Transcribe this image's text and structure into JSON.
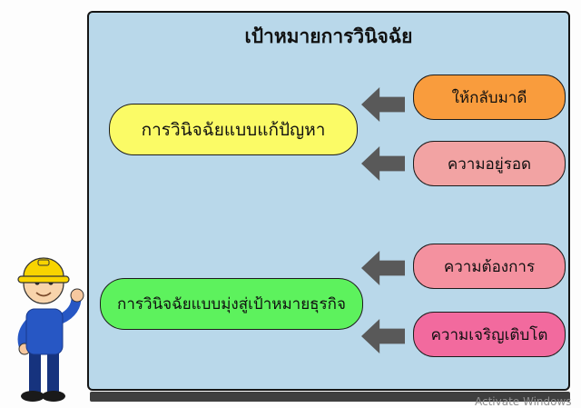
{
  "title": "เป้าหมายการวินิจฉัย",
  "main_boxes": [
    {
      "label": "การวินิจฉัยแบบแก้ปัญหา",
      "color": "#fbfb66"
    },
    {
      "label": "การวินิจฉัยแบบมุ่งสู่เป้าหมายธุรกิจ",
      "color": "#5df25d"
    }
  ],
  "side_boxes": [
    {
      "label": "ให้กลับมาดี",
      "color": "#f99c3d"
    },
    {
      "label": "ความอยู่รอด",
      "color": "#f2a3a3"
    },
    {
      "label": "ความต้องการ",
      "color": "#f4919f"
    },
    {
      "label": "ความเจริญเติบโต",
      "color": "#f26a9e"
    }
  ],
  "watermark": "Activate Windows",
  "colors": {
    "panel_bg": "#b9d8ea",
    "arrow": "#595959",
    "bottom_bar": "#3f3f3f",
    "watermark_text": "#8f8f8f"
  }
}
